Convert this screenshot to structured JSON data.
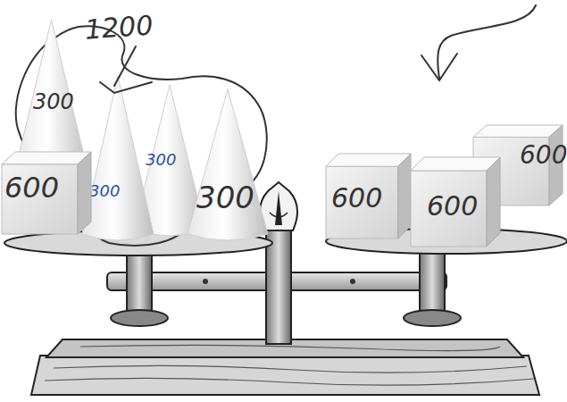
{
  "diagram": {
    "nodes": [
      {
        "text": [
          "1200"
        ]
      },
      {
        "text": [
          "300"
        ],
        "in": 0
      },
      {
        "text": [
          "600"
        ]
      },
      {
        "text": [
          "300"
        ],
        "in": 0
      },
      {
        "text": [
          "300"
        ],
        "in": 0
      },
      {
        "text": [
          "300"
        ]
      },
      {
        "text": [
          "600"
        ]
      },
      {
        "text": [
          "600"
        ]
      },
      {
        "text": [
          "600"
        ]
      }
    ]
  }
}
